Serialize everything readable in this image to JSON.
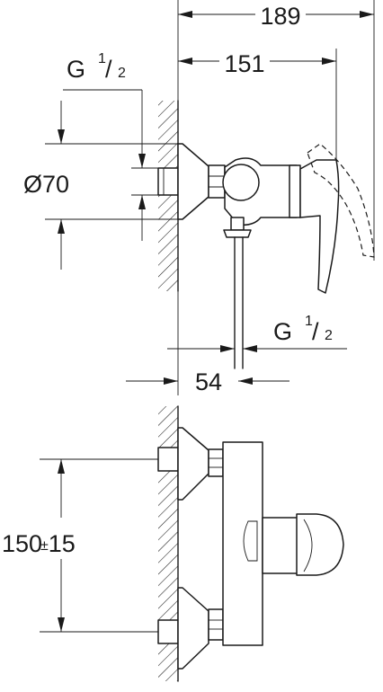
{
  "dimensions": {
    "overall_length": "189",
    "body_length": "151",
    "wall_to_outlet": "54",
    "rosette_diameter": "Ø70",
    "center_distance": "150",
    "center_distance_tolerance": "±15"
  },
  "threads": {
    "inlet": {
      "main": "G",
      "fraction_num": "1",
      "fraction_den": "2"
    },
    "outlet": {
      "main": "G",
      "fraction_num": "1",
      "fraction_den": "2"
    }
  }
}
